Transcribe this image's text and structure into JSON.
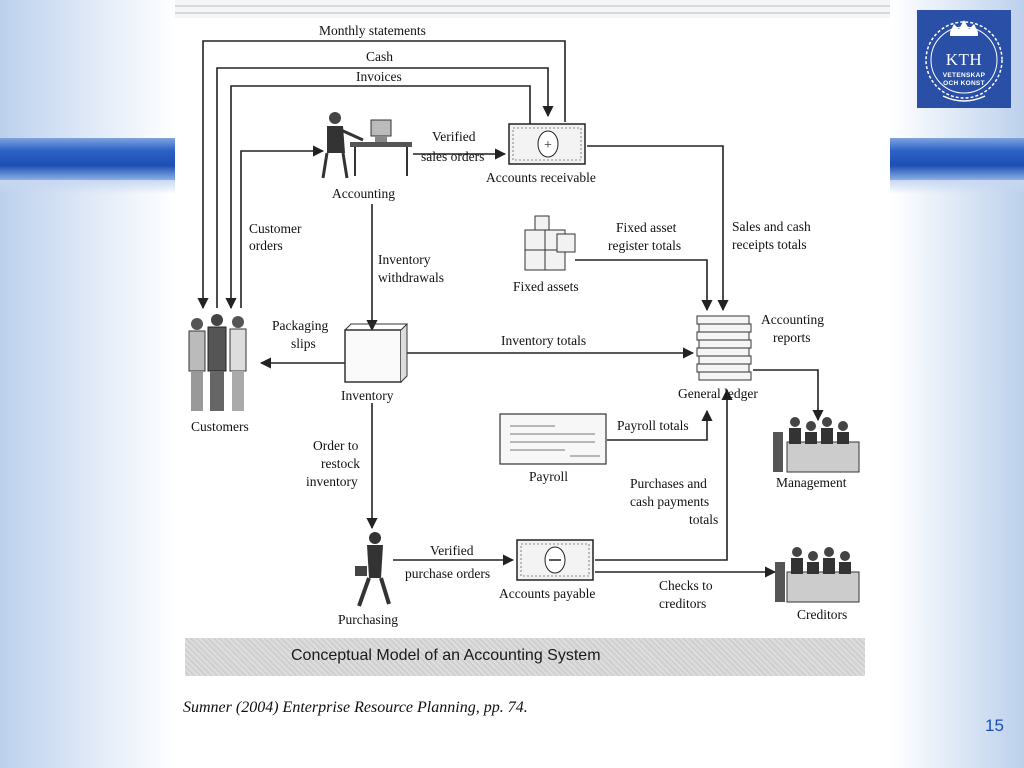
{
  "logo": {
    "name": "KTH",
    "line1": "VETENSKAP",
    "line2": "OCH KONST"
  },
  "diagram": {
    "title": "Conceptual Model of an Accounting System",
    "labels": {
      "monthly_statements": "Monthly statements",
      "cash": "Cash",
      "invoices": "Invoices",
      "verified_sales_orders": [
        "Verified",
        "sales orders"
      ],
      "accounting": "Accounting",
      "accounts_receivable": "Accounts receivable",
      "customer_orders": [
        "Customer",
        "orders"
      ],
      "inventory_withdrawals": [
        "Inventory",
        "withdrawals"
      ],
      "fixed_asset_register_totals": [
        "Fixed asset",
        "register totals"
      ],
      "sales_and_cash_receipts_totals": [
        "Sales and cash",
        "receipts totals"
      ],
      "fixed_assets": "Fixed assets",
      "packaging_slips": [
        "Packaging",
        "slips"
      ],
      "inventory_totals": "Inventory totals",
      "accounting_reports": [
        "Accounting",
        "reports"
      ],
      "customers": "Customers",
      "inventory": "Inventory",
      "general_ledger": "General ledger",
      "payroll_totals": "Payroll totals",
      "payroll": "Payroll",
      "management": "Management",
      "order_to_restock_inventory": [
        "Order to",
        "restock",
        "inventory"
      ],
      "purchases_and_cash_payments_totals": [
        "Purchases and",
        "cash payments",
        "totals"
      ],
      "verified_purchase_orders": [
        "Verified",
        "purchase orders"
      ],
      "accounts_payable": "Accounts payable",
      "checks_to_creditors": [
        "Checks to",
        "creditors"
      ],
      "purchasing": "Purchasing",
      "creditors": "Creditors"
    }
  },
  "citation": "Sumner (2004) Enterprise Resource Planning, pp. 74.",
  "page_number": "15"
}
